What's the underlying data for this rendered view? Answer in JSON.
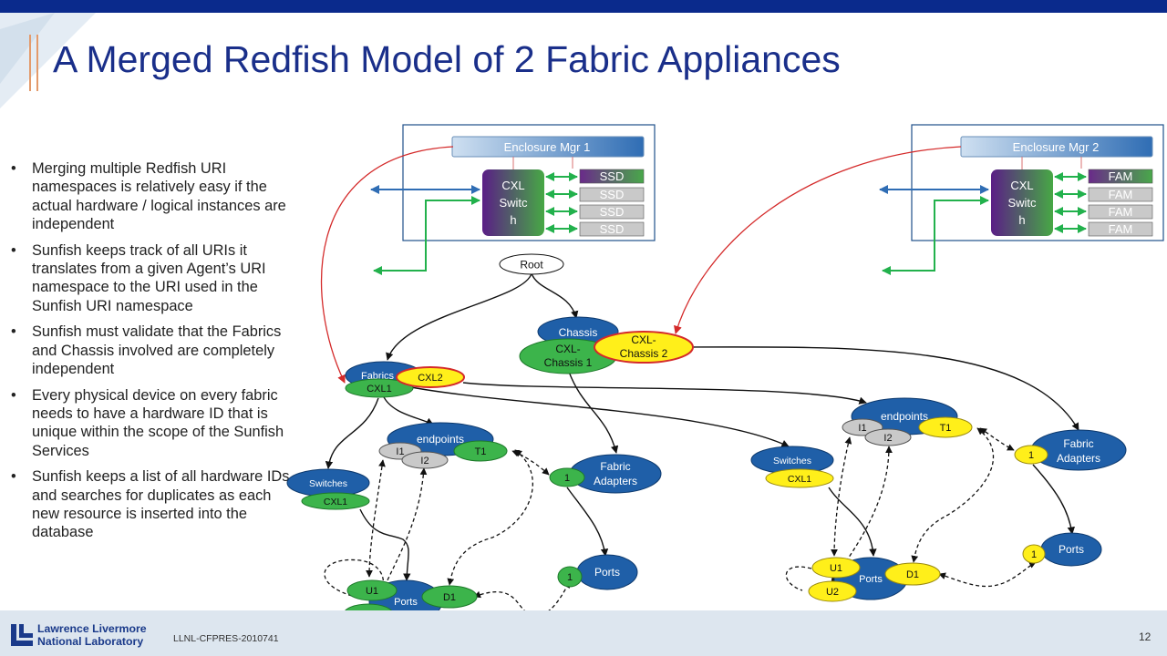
{
  "slide": {
    "title": "A Merged Redfish Model of 2 Fabric Appliances",
    "bullets": [
      "Merging multiple Redfish URI namespaces is relatively easy if the actual hardware / logical instances are independent",
      "Sunfish keeps track of all URIs it translates from a given Agent’s URI namespace to the URI used in the Sunfish URI namespace",
      "Sunfish must validate that the Fabrics and Chassis involved are completely independent",
      "Every physical device on every fabric needs to have a hardware ID that is unique within the scope of the Sunfish Services",
      "Sunfish keeps a list of all hardware IDs and searches for duplicates as each new resource is inserted into the database"
    ],
    "footer": {
      "org_line1": "Lawrence Livermore",
      "org_line2": "National Laboratory",
      "doc_id": "LLNL-CFPRES-2010741",
      "page_number": "12"
    }
  },
  "colors": {
    "title": "#1a2f8a",
    "top_bar": "#0a2a8c",
    "redfish_blue": "#1f5fa8",
    "green": "#3cb44b",
    "yellow": "#ffef1a",
    "gray": "#c9c9c9",
    "purple": "#6a2a8a",
    "red_arrow": "#d42a2a"
  },
  "enclosures": [
    {
      "manager": "Enclosure Mgr 1",
      "switch_label": [
        "CXL",
        "Switc",
        "h"
      ],
      "devices": [
        "SSD",
        "SSD",
        "SSD",
        "SSD"
      ]
    },
    {
      "manager": "Enclosure Mgr 2",
      "switch_label": [
        "CXL",
        "Switc",
        "h"
      ],
      "devices": [
        "FAM",
        "FAM",
        "FAM",
        "FAM"
      ]
    }
  ],
  "tree": {
    "root": "Root",
    "chassis": "Chassis",
    "cxl_chassis_1": [
      "CXL-",
      "Chassis 1"
    ],
    "cxl_chassis_2": [
      "CXL-",
      "Chassis 2"
    ],
    "fabrics": "Fabrics",
    "cxl1": "CXL1",
    "cxl2": "CXL2",
    "endpoints": "endpoints",
    "i1": "I1",
    "i2": "I2",
    "t1": "T1",
    "switches": "Switches",
    "fabric_adapters": [
      "Fabric",
      "Adapters"
    ],
    "one": "1",
    "ports": "Ports",
    "u1": "U1",
    "u2": "U2",
    "d1": "D1"
  }
}
